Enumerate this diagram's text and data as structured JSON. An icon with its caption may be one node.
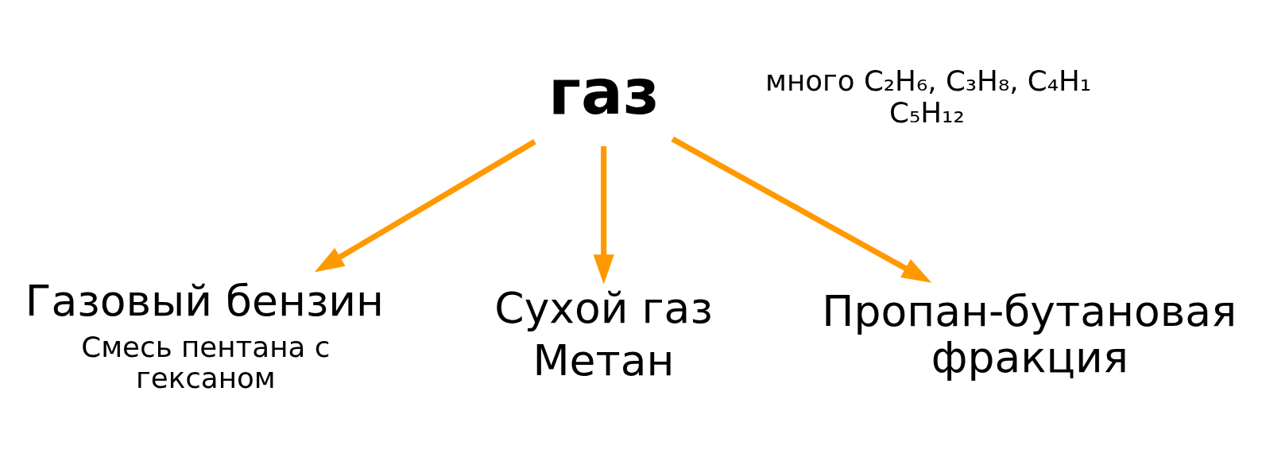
{
  "diagram": {
    "nodes": [
      {
        "text": [
          "газ"
        ]
      },
      {
        "text": [
          "Газовый бензин"
        ],
        "beside": [
          "Смесь пентана с гексаном"
        ]
      },
      {
        "text": [
          "Сухой газ",
          "Метан"
        ]
      },
      {
        "text": [
          "Пропан-бутановая фракция"
        ]
      }
    ],
    "edges": [
      {
        "from": 0,
        "to": 1,
        "arrow": "to"
      },
      {
        "from": 0,
        "to": 2,
        "arrow": "to"
      },
      {
        "from": 0,
        "to": 3,
        "arrow": "to"
      }
    ],
    "labels": [
      "много C₂H₆, C₃H₈, C₄H₁ C₅H₁₂"
    ]
  }
}
